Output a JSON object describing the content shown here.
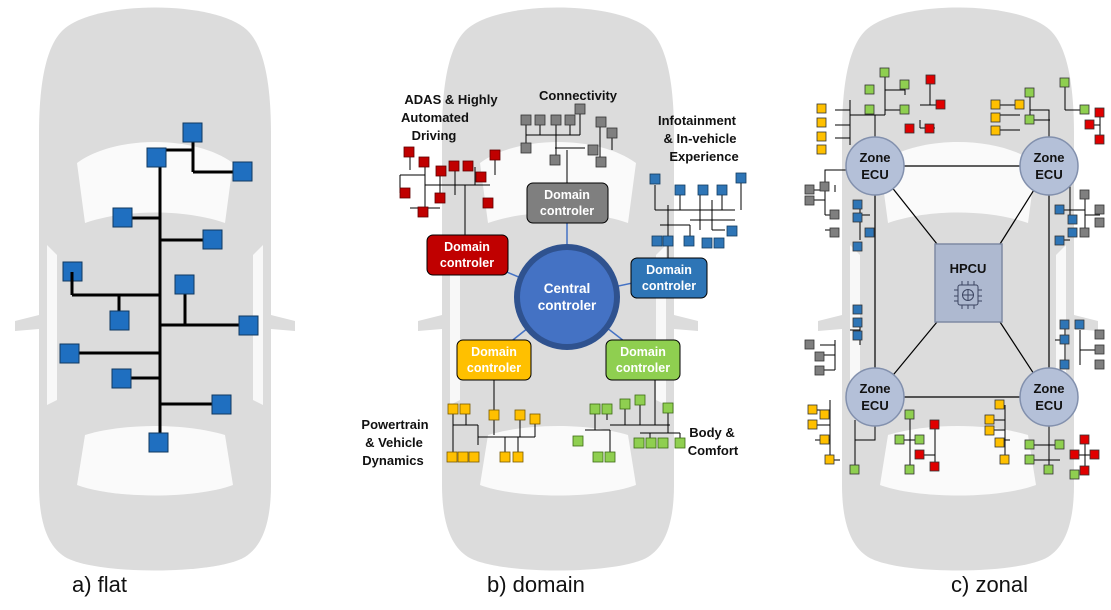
{
  "captions": {
    "flat": "a) flat",
    "domain": "b) domain",
    "zonal": "c) zonal"
  },
  "domain_diagram": {
    "central": [
      "Central",
      "controler"
    ],
    "controller_label": [
      "Domain",
      "controler"
    ],
    "groups": {
      "adas": [
        "ADAS & Highly",
        "Automated",
        "Driving"
      ],
      "connectivity": [
        "Connectivity"
      ],
      "infotainment": [
        "Infotainment",
        "& In-vehicle",
        "Experience"
      ],
      "powertrain": [
        "Powertrain",
        "& Vehicle",
        "Dynamics"
      ],
      "body": [
        "Body &",
        "Comfort"
      ]
    }
  },
  "zonal_diagram": {
    "zone_label": [
      "Zone",
      "ECU"
    ],
    "hpcu_label": "HPCU"
  },
  "colors": {
    "car": "#dcdcdc",
    "flat_node": "#1f6fc0",
    "adas": "#c00000",
    "connectivity": "#7f7f7f",
    "infotainment": "#2e75b6",
    "powertrain": "#ffc000",
    "body": "#8fcf50",
    "central": "#4472c4",
    "zone": "#b4c0d8",
    "hpcu": "#aeb9d0"
  }
}
